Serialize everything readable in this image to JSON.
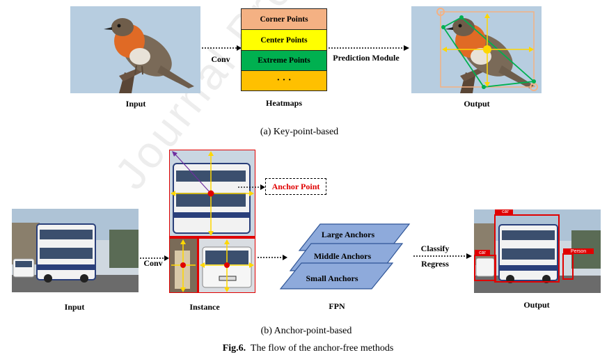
{
  "part_a": {
    "input_label": "Input",
    "conv_label": "Conv",
    "heatmap_rows": [
      {
        "label": "Corner Points",
        "color": "#f4b183"
      },
      {
        "label": "Center Points",
        "color": "#ffff00"
      },
      {
        "label": "Extreme Points",
        "color": "#00b050"
      },
      {
        "label": "· · ·",
        "color": "#ffc000"
      }
    ],
    "heatmaps_label": "Heatmaps",
    "prediction_label": "Prediction Module",
    "output_label": "Output",
    "caption": "(a) Key-point-based"
  },
  "part_b": {
    "input_label": "Input",
    "conv_label": "Conv",
    "instance_label": "Instance",
    "anchor_point_label": "Anchor Point",
    "fpn_layers": [
      "Large Anchors",
      "Middle Anchors",
      "Small Anchors"
    ],
    "fpn_label": "FPN",
    "classify_label": "Classify",
    "regress_label": "Regress",
    "output_label": "Output",
    "detection_tags": [
      "car",
      "car",
      "Person"
    ],
    "caption": "(b) Anchor-point-based"
  },
  "figure_caption": {
    "prefix": "Fig.6.",
    "text": "The flow of the anchor-free methods"
  },
  "colors": {
    "sky": "#b7cde0",
    "fpn_fill": "#8eaadb",
    "fpn_stroke": "#2f5597",
    "box_red": "#e00000",
    "point_yellow": "#ffd700",
    "green": "#00b050"
  }
}
